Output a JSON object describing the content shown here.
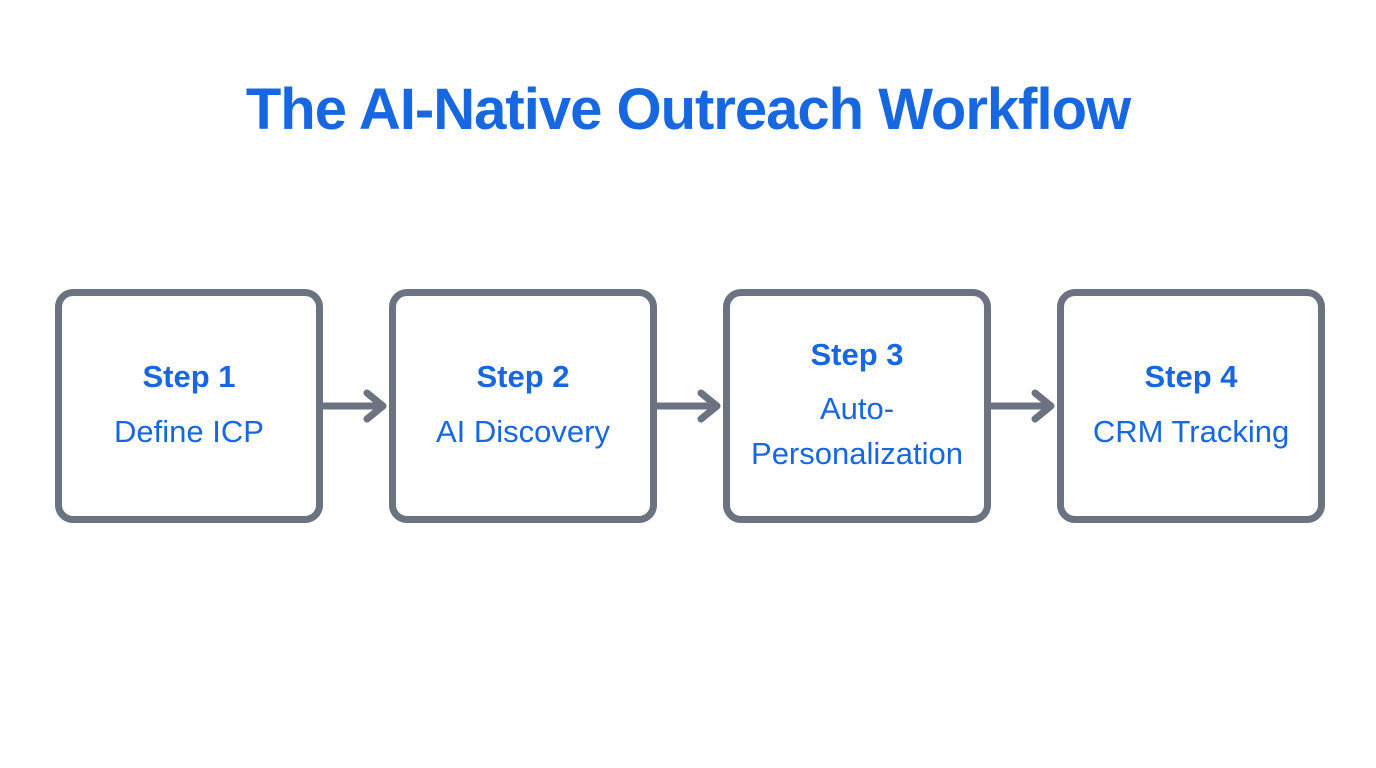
{
  "title": "The AI-Native Outreach Workflow",
  "steps": [
    {
      "label": "Step 1",
      "description": "Define ICP"
    },
    {
      "label": "Step 2",
      "description": "AI Discovery"
    },
    {
      "label": "Step 3",
      "description": "Auto-Personalization"
    },
    {
      "label": "Step 4",
      "description": "CRM Tracking"
    }
  ],
  "colors": {
    "accent_blue": "#1667e0",
    "box_border_gray": "#6b7280",
    "arrow_gray": "#6b7280",
    "background": "#ffffff"
  }
}
